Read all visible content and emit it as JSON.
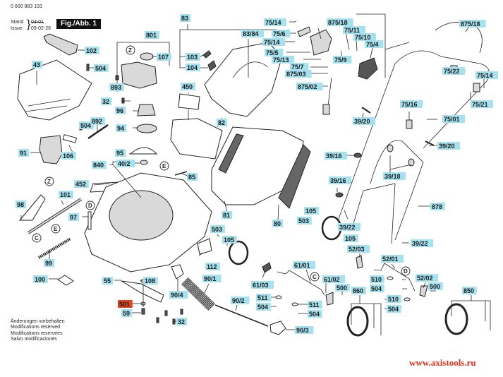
{
  "header": {
    "part_number": "0 600 883 103",
    "stand_label": "Stand",
    "issue_label": "Issue",
    "stand_value": "03-01",
    "issue_value": "03-02-26",
    "figure_label": "Fig./Abb. 1"
  },
  "notes": [
    "Änderungen vorbehalten",
    "Modifications reserved",
    "Modifications reservees",
    "Salvo modificaciones"
  ],
  "watermark": "www.axistools.ru",
  "colors": {
    "label_fill": "#a6e1ef",
    "highlight_fill": "#e0461c",
    "watermark": "#e0301e"
  },
  "callouts": [
    {
      "id": "102",
      "highlight": false
    },
    {
      "id": "43",
      "highlight": false
    },
    {
      "id": "504",
      "highlight": false
    },
    {
      "id": "801",
      "highlight": false
    },
    {
      "id": "107",
      "highlight": false
    },
    {
      "id": "893",
      "highlight": false
    },
    {
      "id": "32",
      "highlight": false
    },
    {
      "id": "96",
      "highlight": false
    },
    {
      "id": "94",
      "highlight": false
    },
    {
      "id": "892",
      "highlight": false
    },
    {
      "id": "91",
      "highlight": false
    },
    {
      "id": "106",
      "highlight": false
    },
    {
      "id": "95",
      "highlight": false
    },
    {
      "id": "40/2",
      "highlight": false
    },
    {
      "id": "840",
      "highlight": false
    },
    {
      "id": "452",
      "highlight": false
    },
    {
      "id": "101",
      "highlight": false
    },
    {
      "id": "98",
      "highlight": false
    },
    {
      "id": "97",
      "highlight": false
    },
    {
      "id": "99",
      "highlight": false
    },
    {
      "id": "100",
      "highlight": false
    },
    {
      "id": "55",
      "highlight": false
    },
    {
      "id": "108",
      "highlight": false
    },
    {
      "id": "501",
      "highlight": true
    },
    {
      "id": "59",
      "highlight": false
    },
    {
      "id": "90/4",
      "highlight": false
    },
    {
      "id": "90/1",
      "highlight": false
    },
    {
      "id": "90/2",
      "highlight": false
    },
    {
      "id": "90/3",
      "highlight": false
    },
    {
      "id": "83",
      "highlight": false
    },
    {
      "id": "83/84",
      "highlight": false
    },
    {
      "id": "103",
      "highlight": false
    },
    {
      "id": "104",
      "highlight": false
    },
    {
      "id": "450",
      "highlight": false
    },
    {
      "id": "82",
      "highlight": false
    },
    {
      "id": "85",
      "highlight": false
    },
    {
      "id": "81",
      "highlight": false
    },
    {
      "id": "80",
      "highlight": false
    },
    {
      "id": "503",
      "highlight": false
    },
    {
      "id": "105",
      "highlight": false
    },
    {
      "id": "112",
      "highlight": false
    },
    {
      "id": "61/01",
      "highlight": false
    },
    {
      "id": "61/02",
      "highlight": false
    },
    {
      "id": "61/03",
      "highlight": false
    },
    {
      "id": "511",
      "highlight": false
    },
    {
      "id": "500",
      "highlight": false
    },
    {
      "id": "860",
      "highlight": false
    },
    {
      "id": "850",
      "highlight": false
    },
    {
      "id": "510",
      "highlight": false
    },
    {
      "id": "52/01",
      "highlight": false
    },
    {
      "id": "52/02",
      "highlight": false
    },
    {
      "id": "52/03",
      "highlight": false
    },
    {
      "id": "39/22",
      "highlight": false
    },
    {
      "id": "878",
      "highlight": false
    },
    {
      "id": "39/16",
      "highlight": false
    },
    {
      "id": "39/18",
      "highlight": false
    },
    {
      "id": "39/20",
      "highlight": false
    },
    {
      "id": "75/01",
      "highlight": false
    },
    {
      "id": "75/16",
      "highlight": false
    },
    {
      "id": "75/21",
      "highlight": false
    },
    {
      "id": "75/22",
      "highlight": false
    },
    {
      "id": "75/14",
      "highlight": false
    },
    {
      "id": "75/6",
      "highlight": false
    },
    {
      "id": "75/5",
      "highlight": false
    },
    {
      "id": "75/13",
      "highlight": false
    },
    {
      "id": "75/7",
      "highlight": false
    },
    {
      "id": "875/03",
      "highlight": false
    },
    {
      "id": "875/02",
      "highlight": false
    },
    {
      "id": "875/18",
      "highlight": false
    },
    {
      "id": "75/11",
      "highlight": false
    },
    {
      "id": "75/10",
      "highlight": false
    },
    {
      "id": "75/4",
      "highlight": false
    },
    {
      "id": "75/9",
      "highlight": false
    }
  ],
  "reference_markers": [
    "Z",
    "E",
    "D",
    "C"
  ]
}
